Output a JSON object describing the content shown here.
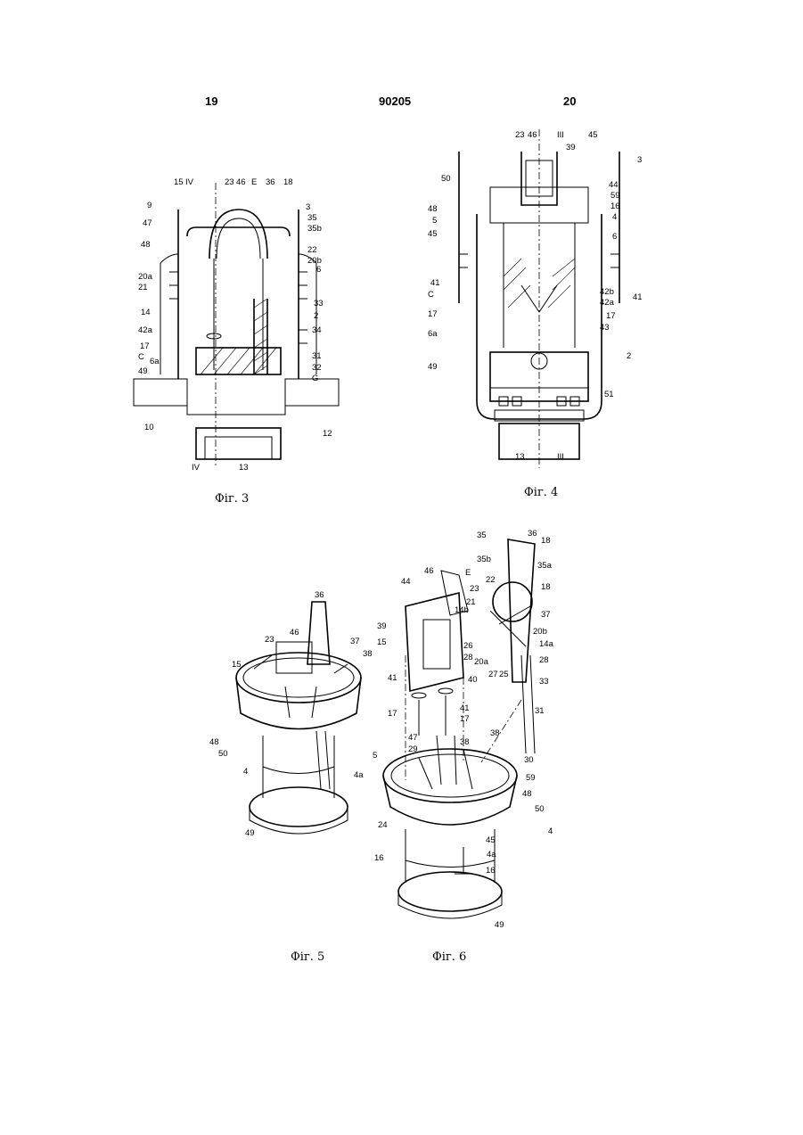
{
  "header": {
    "left_page": "19",
    "patent_number": "90205",
    "right_page": "20"
  },
  "figures": [
    {
      "caption": "Фіг. 3",
      "labels": [
        "IV",
        "15",
        "23",
        "46",
        "E",
        "36",
        "18",
        "3",
        "9",
        "35",
        "47",
        "35b",
        "48",
        "22",
        "20b",
        "20a",
        "6",
        "21",
        "33",
        "14",
        "2",
        "42a",
        "34",
        "17",
        "C",
        "31",
        "6a",
        "49",
        "32",
        "G",
        "10",
        "12",
        "IV",
        "13"
      ]
    },
    {
      "caption": "Фіг. 4",
      "labels": [
        "23",
        "46",
        "III",
        "45",
        "39",
        "3",
        "50",
        "44",
        "59",
        "48",
        "16",
        "5",
        "4",
        "45",
        "6",
        "41",
        "42b",
        "C",
        "42a",
        "41",
        "17",
        "17",
        "43",
        "6a",
        "49",
        "2",
        "51",
        "13",
        "III"
      ]
    },
    {
      "caption": "Фіг. 5",
      "labels": [
        "36",
        "46",
        "23",
        "37",
        "38",
        "15",
        "48",
        "50",
        "4",
        "4a",
        "49"
      ]
    },
    {
      "caption": "Фіг. 6",
      "labels": [
        "35",
        "36",
        "18",
        "35b",
        "35a",
        "46",
        "E",
        "44",
        "22",
        "23",
        "18",
        "21",
        "14b",
        "39",
        "37",
        "15",
        "26",
        "20b",
        "28",
        "20a",
        "27",
        "25",
        "14a",
        "28",
        "41",
        "40",
        "33",
        "17",
        "41",
        "17",
        "31",
        "47",
        "38",
        "38",
        "29",
        "5",
        "30",
        "59",
        "48",
        "24",
        "50",
        "4",
        "45",
        "16",
        "4a",
        "16",
        "49"
      ]
    }
  ]
}
